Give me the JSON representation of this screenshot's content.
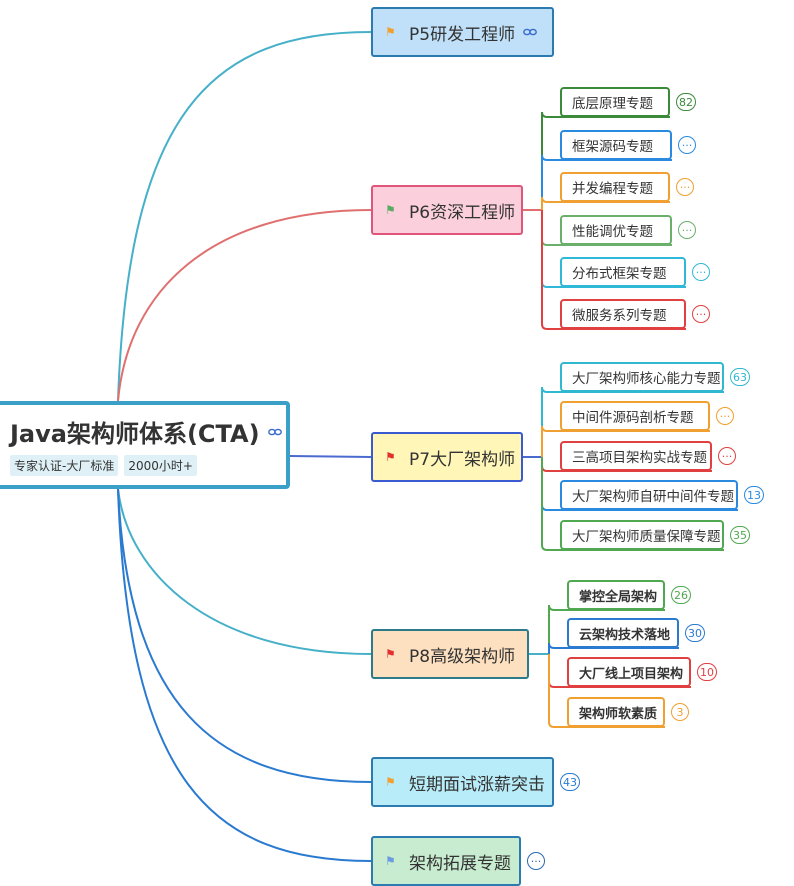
{
  "root": {
    "title": "Java架构师体系(CTA)",
    "tags": [
      "专家认证-大厂标准",
      "2000小时+"
    ]
  },
  "branches": [
    {
      "label": "P5研发工程师",
      "flag_color": "#f0a030",
      "fill": "#bfe0f8",
      "border": "#2b7bb0",
      "line_color": "#45b0c8",
      "link_icon": true,
      "children": []
    },
    {
      "label": "P6资深工程师",
      "flag_color": "#5aaa66",
      "fill": "#fbd0dc",
      "border": "#e0557a",
      "line_color": "#e07070",
      "children": [
        {
          "label": "底层原理专题",
          "color": "#3a8a3a",
          "badge": "82"
        },
        {
          "label": "框架源码专题",
          "color": "#2a8ae0",
          "badge": "···"
        },
        {
          "label": "并发编程专题",
          "color": "#f0a030",
          "badge": "···"
        },
        {
          "label": "性能调优专题",
          "color": "#6ab06a",
          "badge": "···"
        },
        {
          "label": "分布式框架专题",
          "color": "#30b8d8",
          "badge": "···"
        },
        {
          "label": "微服务系列专题",
          "color": "#e04040",
          "badge": "···"
        }
      ]
    },
    {
      "label": "P7大厂架构师",
      "flag_color": "#e03030",
      "fill": "#fff6b8",
      "border": "#3a5ad0",
      "line_color": "#4a6ad0",
      "children": [
        {
          "label": "大厂架构师核心能力专题",
          "color": "#30b8d0",
          "badge": "63"
        },
        {
          "label": "中间件源码剖析专题",
          "color": "#f0a030",
          "badge": "···"
        },
        {
          "label": "三高项目架构实战专题",
          "color": "#e04040",
          "badge": "···"
        },
        {
          "label": "大厂架构师自研中间件专题",
          "color": "#2a8ae0",
          "badge": "13"
        },
        {
          "label": "大厂架构师质量保障专题",
          "color": "#50a850",
          "badge": "35"
        }
      ]
    },
    {
      "label": "P8高级架构师",
      "flag_color": "#e03030",
      "fill": "#fde0c0",
      "border": "#2b7b8a",
      "line_color": "#45b0c8",
      "children": [
        {
          "label": "掌控全局架构",
          "color": "#50a850",
          "badge": "26"
        },
        {
          "label": "云架构技术落地",
          "color": "#2a7ad0",
          "badge": "30"
        },
        {
          "label": "大厂线上项目架构",
          "color": "#e04040",
          "badge": "10"
        },
        {
          "label": "架构师软素质",
          "color": "#f0a030",
          "badge": "3"
        }
      ]
    },
    {
      "label": "短期面试涨薪突击",
      "flag_color": "#f0a030",
      "fill": "#b8ecf8",
      "border": "#2b7bb0",
      "line_color": "#2a7ad0",
      "badge": "43",
      "badge_color": "#2a7ad0",
      "children": []
    },
    {
      "label": "架构拓展专题",
      "flag_color": "#6a9ae0",
      "fill": "#c8ecd0",
      "border": "#2b7bb0",
      "line_color": "#2a7ad0",
      "badge": "···",
      "badge_color": "#2a6ab0",
      "children": []
    }
  ]
}
